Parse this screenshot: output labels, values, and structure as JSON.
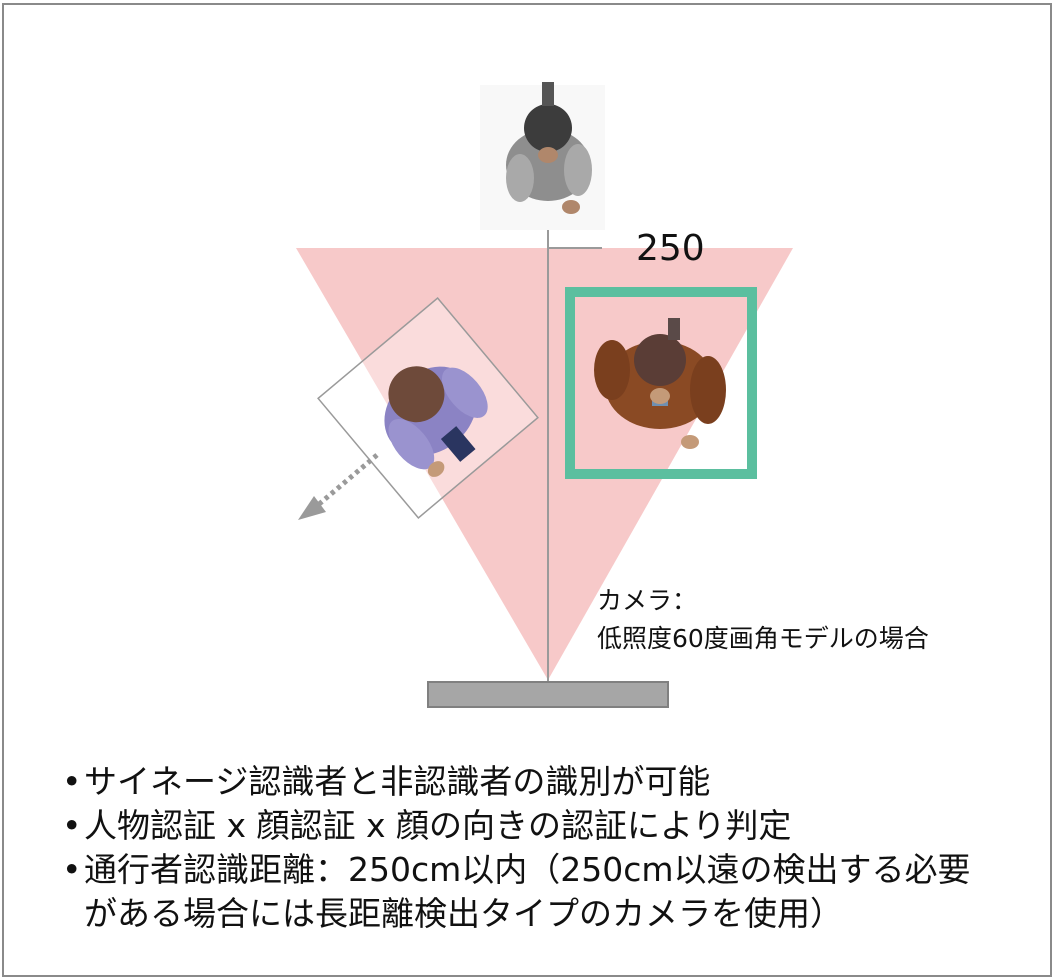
{
  "diagram": {
    "distance_label": "250",
    "camera_label_line1": "カメラ：",
    "camera_label_line2": "低照度60度画角モデルの場合"
  },
  "bullets": [
    {
      "text": "サイネージ認識者と非認識者の識別が可能"
    },
    {
      "text": "人物認証 x 顔認証 x 顔の向きの認証により判定"
    },
    {
      "text": "通行者認識距離：250cm以内（250cm以遠の検出する必要",
      "continuation": "がある場合には長距離検出タイプのカメラを使用）"
    }
  ],
  "colors": {
    "fov_cone": "#f7c9c9",
    "detection_box": "#5bbf9f",
    "camera_bar": "#a6a6a6",
    "frame_border": "#8a8a8a"
  },
  "icons": [
    "person-top-view-icon",
    "arrow-down-left-icon",
    "camera-icon"
  ]
}
